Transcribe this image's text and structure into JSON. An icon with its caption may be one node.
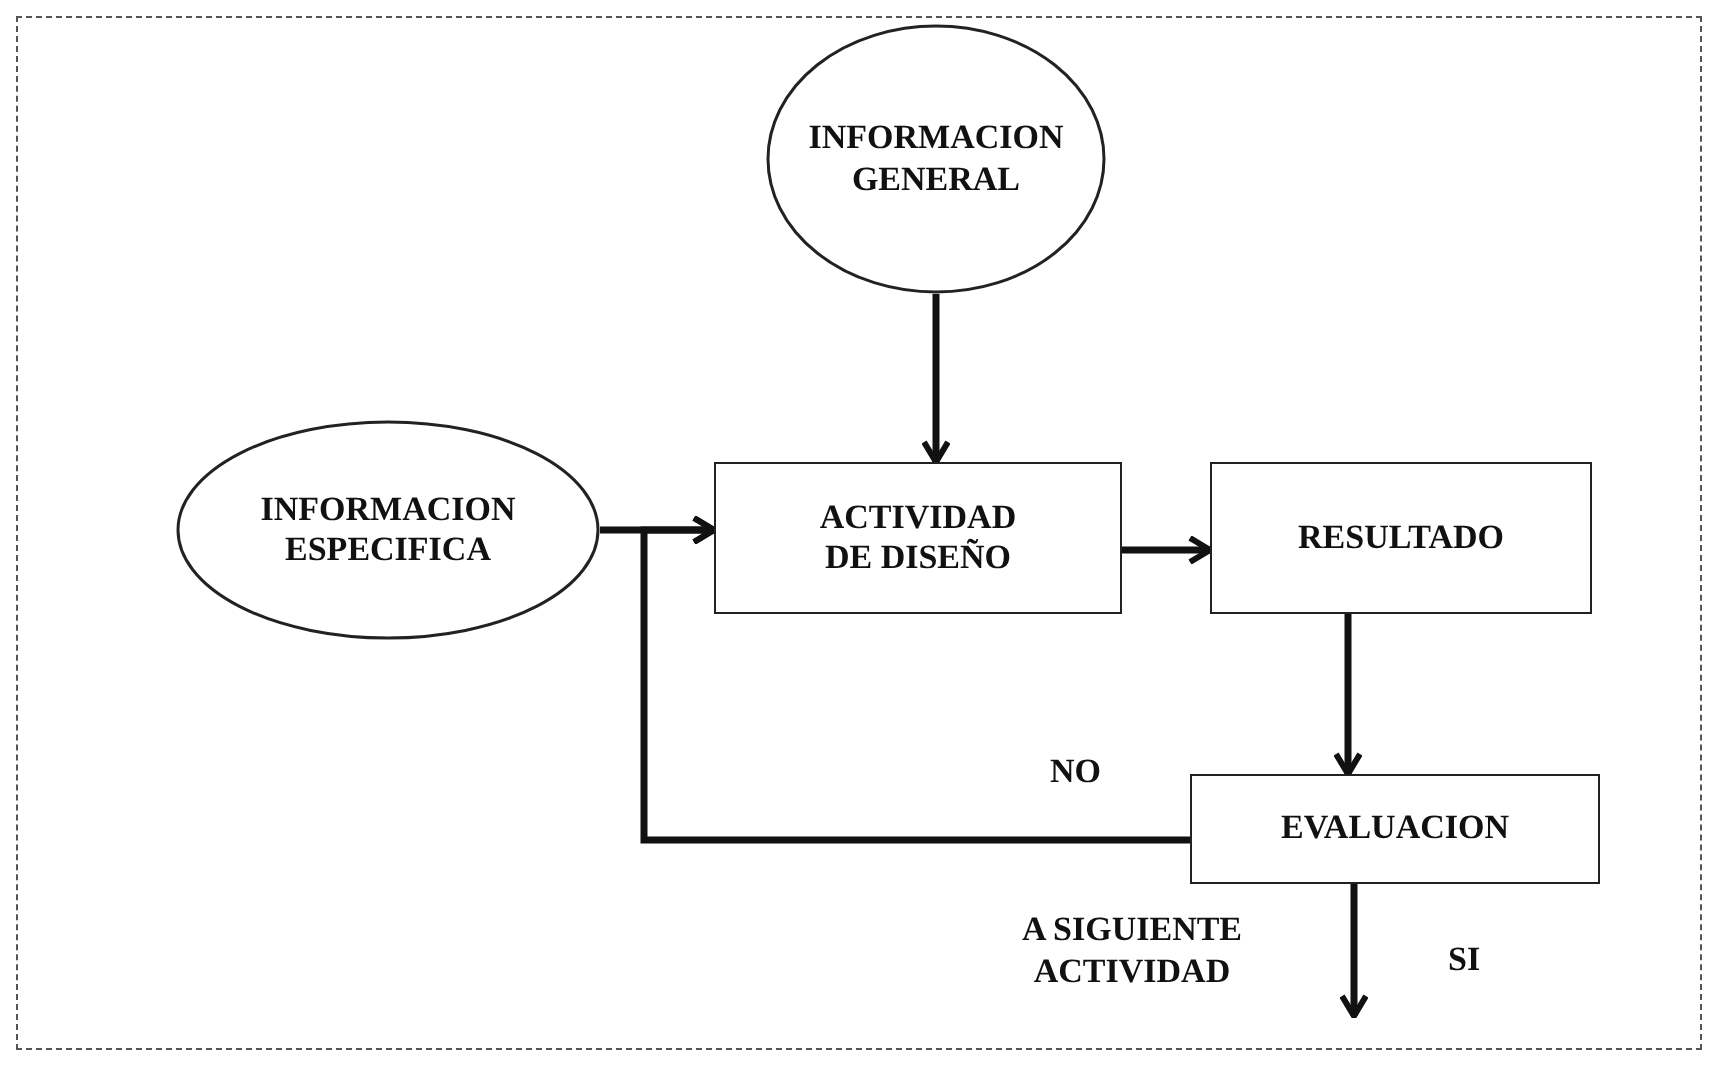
{
  "diagram": {
    "nodes": [
      {
        "text": [
          "INFORMACION GENERAL"
        ]
      },
      {
        "text": [
          "INFORMACION ESPECIFICA"
        ]
      },
      {
        "text": [
          "ACTIVIDAD DE DISEÑO"
        ]
      },
      {
        "text": [
          "RESULTADO"
        ]
      },
      {
        "text": [
          "EVALUACION"
        ]
      }
    ],
    "edges": [
      {
        "from": 0,
        "to": 2,
        "arrow": "to"
      },
      {
        "from": 1,
        "to": 2,
        "arrow": "to"
      },
      {
        "from": 2,
        "to": 3,
        "arrow": "to"
      },
      {
        "from": 3,
        "to": 4,
        "arrow": "to"
      },
      {
        "from": 4,
        "to": 2,
        "arrow": "to",
        "label": "NO"
      },
      {
        "from": 4,
        "to": null,
        "arrow": "to",
        "label": "SI"
      }
    ],
    "labels": [
      "A SIGUIENTE ACTIVIDAD"
    ]
  }
}
